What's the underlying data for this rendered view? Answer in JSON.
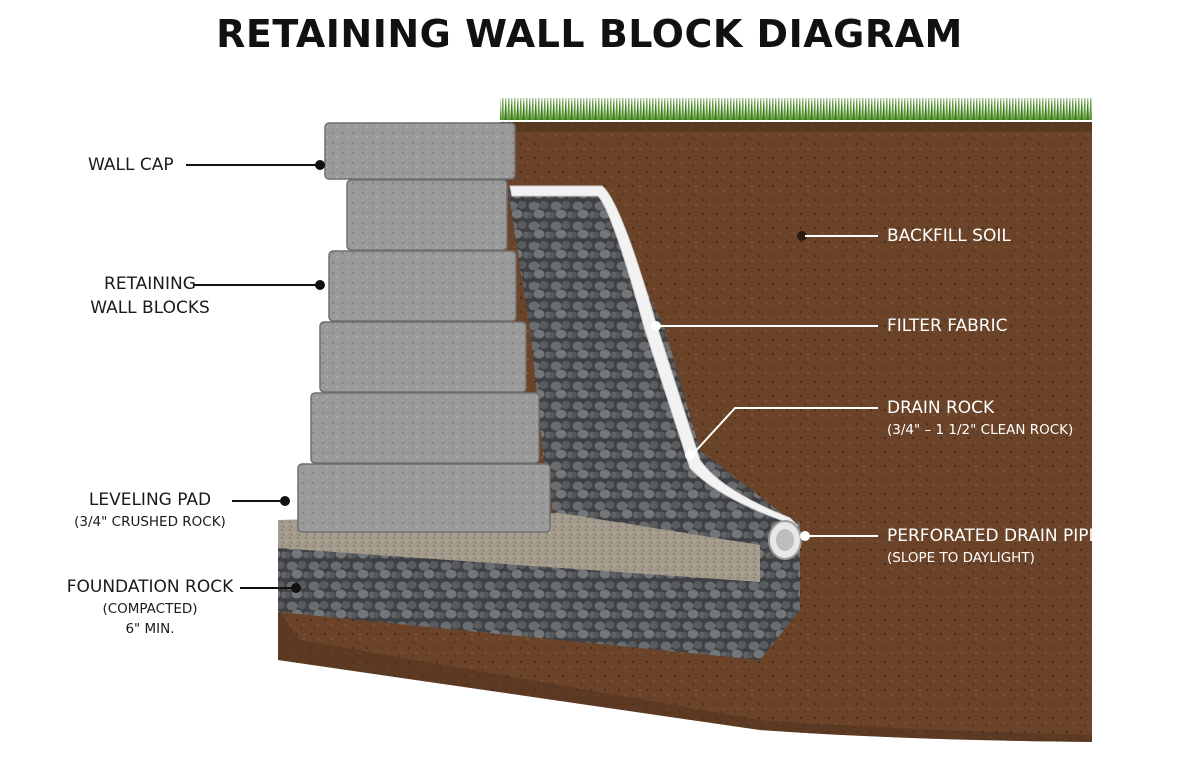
{
  "title": "RETAINING WALL BLOCK DIAGRAM",
  "labels": {
    "wall_cap": "WALL CAP",
    "retaining_line1": "RETAINING",
    "retaining_line2": "WALL BLOCKS",
    "leveling_pad": "LEVELING PAD",
    "leveling_pad_sub": "(3/4\" CRUSHED ROCK)",
    "foundation_rock": "FOUNDATION ROCK",
    "foundation_rock_sub1": "(COMPACTED)",
    "foundation_rock_sub2": "6\" MIN.",
    "backfill_soil": "BACKFILL SOIL",
    "filter_fabric": "FILTER FABRIC",
    "drain_rock": "DRAIN ROCK",
    "drain_rock_sub": "(3/4\" – 1 1/2\" CLEAN ROCK)",
    "drain_pipe": "PERFORATED DRAIN PIPE",
    "drain_pipe_sub": "(SLOPE TO DAYLIGHT)"
  },
  "colors": {
    "soil": "#6b4328",
    "soil_dark": "#4e2f1b",
    "grass": "#4d8a2a",
    "block": "#9b9b9b",
    "block_edge": "#6f6f6f",
    "gravel": "#5e6063",
    "pad": "#a59b8c",
    "fabric": "#f4f4f4"
  }
}
